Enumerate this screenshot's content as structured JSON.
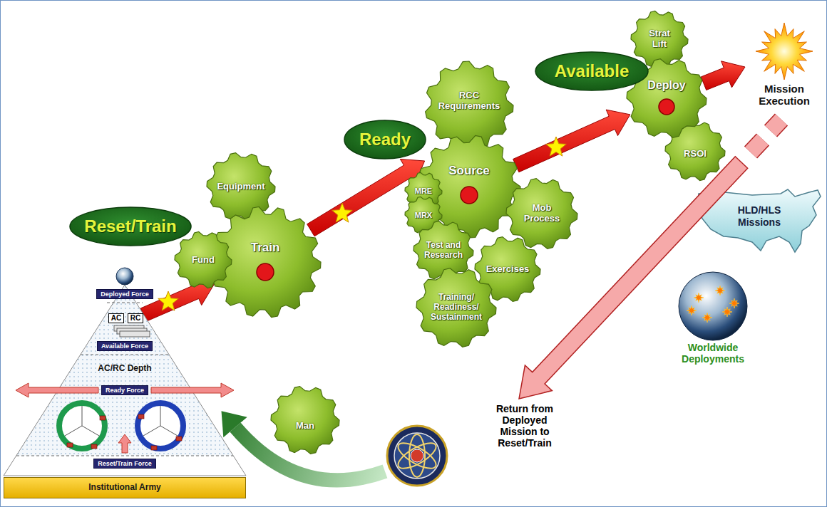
{
  "diagram": {
    "nodes": [
      {
        "text": [
          "Reset/Train"
        ]
      },
      {
        "text": [
          "Equipment"
        ]
      },
      {
        "text": [
          "Train"
        ]
      },
      {
        "text": [
          "Fund"
        ]
      },
      {
        "text": [
          "Man"
        ]
      },
      {
        "text": [
          "Ready"
        ]
      },
      {
        "text": [
          "RCC Requirements"
        ]
      },
      {
        "text": [
          "Source"
        ]
      },
      {
        "text": [
          "MRE"
        ]
      },
      {
        "text": [
          "MRX"
        ]
      },
      {
        "text": [
          "Test and Research"
        ]
      },
      {
        "text": [
          "Mob Process"
        ]
      },
      {
        "text": [
          "Exercises"
        ]
      },
      {
        "text": [
          "Training/ Readiness/ Sustainment"
        ]
      },
      {
        "text": [
          "Strat Lift"
        ]
      },
      {
        "text": [
          "RSOI"
        ]
      },
      {
        "text": [
          "Deploy"
        ]
      },
      {
        "text": [
          "Available"
        ]
      },
      {
        "text": [
          "Mission Execution"
        ]
      },
      {
        "text": [
          "HLD/HLS Missions"
        ]
      },
      {
        "text": [
          "Worldwide Deployments"
        ]
      },
      {
        "text": [
          "AC/RC Depth"
        ]
      },
      {
        "text": [
          "Deployed Force"
        ],
        "in": 21
      },
      {
        "text": [
          "AC"
        ],
        "in": 21
      },
      {
        "text": [
          "RC"
        ],
        "in": 21
      },
      {
        "text": [
          "Available Force"
        ],
        "in": 21
      },
      {
        "text": [
          "Ready Force"
        ],
        "in": 21
      },
      {
        "text": [
          "Reset/Train Force"
        ],
        "in": 21
      },
      {
        "text": [
          "Institutional Army"
        ]
      }
    ],
    "edges": [
      {
        "from": 24,
        "to": 2,
        "arrow": "to"
      },
      {
        "from": 2,
        "to": 7,
        "arrow": "to"
      },
      {
        "from": 7,
        "to": 16,
        "arrow": "to"
      },
      {
        "from": 16,
        "to": 18,
        "arrow": "to"
      }
    ],
    "labels": [
      "Return from Deployed Mission to Reset/Train"
    ]
  }
}
